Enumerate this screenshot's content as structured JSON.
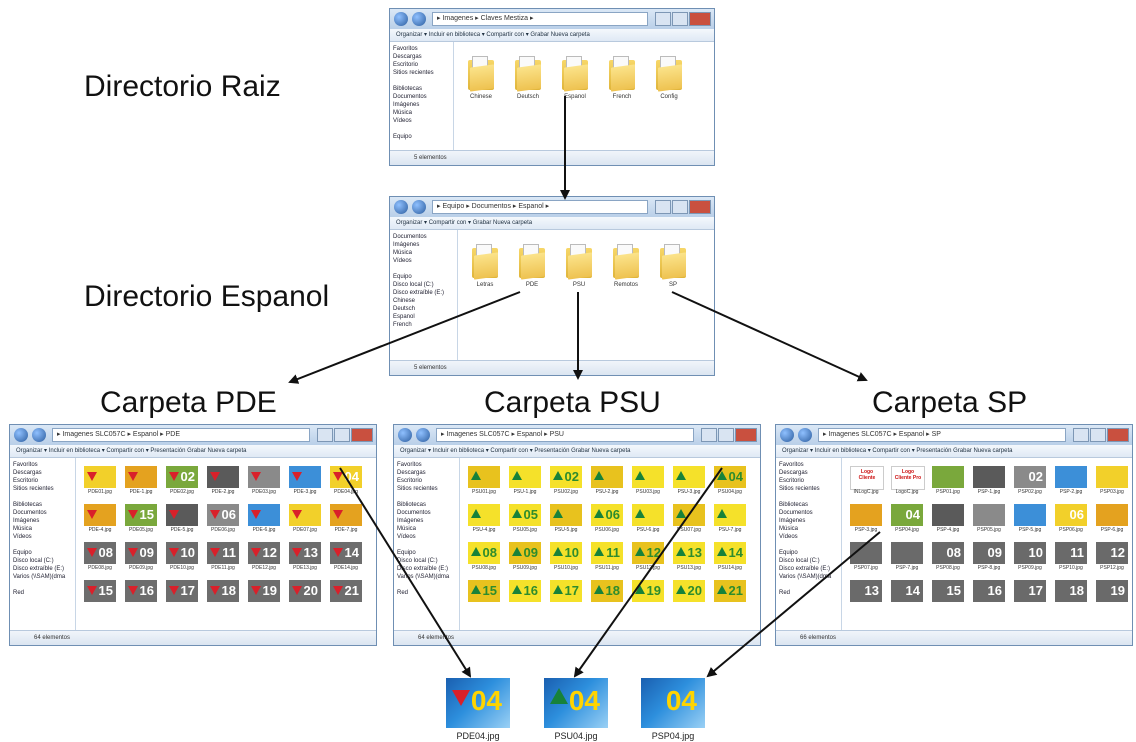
{
  "labels": {
    "root": "Directorio Raiz",
    "espanol": "Directorio Espanol",
    "pde": "Carpeta PDE",
    "psu": "Carpeta PSU",
    "sp": "Carpeta SP"
  },
  "windows": {
    "root": {
      "address": "▸ Imagenes ▸ Claves Mestiza ▸",
      "toolbar": "Organizar ▾   Incluir en biblioteca ▾   Compartir con ▾   Grabar   Nueva carpeta",
      "sidebar": [
        "Favoritos",
        "Descargas",
        "Escritorio",
        "Sitios recientes",
        "",
        "Bibliotecas",
        "Documentos",
        "Imágenes",
        "Música",
        "Vídeos",
        "",
        "Equipo"
      ],
      "folders": [
        "Chinese",
        "Deutsch",
        "Espanol",
        "French",
        "Config"
      ],
      "status": "5 elementos"
    },
    "espanol": {
      "address": "▸ Equipo ▸ Documentos ▸ Espanol ▸",
      "toolbar": "Organizar ▾   Compartir con ▾   Grabar   Nueva carpeta",
      "sidebar": [
        "Documentos",
        "Imágenes",
        "Música",
        "Vídeos",
        "",
        "Equipo",
        "Disco local (C:)",
        "Disco extraíble (E:)",
        "Chinese",
        "Deutsch",
        "Espanol",
        "French"
      ],
      "folders": [
        "Letras",
        "PDE",
        "PSU",
        "Remotos",
        "SP"
      ],
      "status": "5 elementos"
    },
    "pde": {
      "address": "▸ Imagenes SLC057C ▸ Espanol ▸ PDE",
      "toolbar": "Organizar ▾   Incluir en biblioteca ▾   Compartir con ▾   Presentación   Grabar   Nueva carpeta",
      "status": "64 elementos",
      "captions": [
        "PDE01.jpg",
        "PDE-1.jpg",
        "PDE02.jpg",
        "PDE-2.jpg",
        "PDE03.jpg",
        "PDE-3.jpg",
        "PDE04.jpg",
        "PDE-4.jpg",
        "PDE05.jpg",
        "PDE-5.jpg",
        "PDE06.jpg",
        "PDE-6.jpg",
        "PDE07.jpg",
        "PDE-7.jpg",
        "PDE08.jpg",
        "PDE09.jpg",
        "PDE10.jpg",
        "PDE11.jpg",
        "PDE12.jpg",
        "PDE13.jpg",
        "PDE14.jpg"
      ],
      "nums": [
        "",
        "",
        "02",
        "",
        "",
        "",
        "04",
        "",
        "15",
        "",
        "06",
        "",
        "",
        "",
        "08",
        "09",
        "10",
        "11",
        "12",
        "13",
        "14",
        "15",
        "16",
        "17",
        "18",
        "19",
        "20",
        "21"
      ]
    },
    "psu": {
      "address": "▸ Imagenes SLC057C ▸ Espanol ▸ PSU",
      "toolbar": "Organizar ▾   Incluir en biblioteca ▾   Compartir con ▾   Presentación   Grabar   Nueva carpeta",
      "status": "64 elementos",
      "captions": [
        "PSU01.jpg",
        "PSU-1.jpg",
        "PSU02.jpg",
        "PSU-2.jpg",
        "PSU03.jpg",
        "PSU-3.jpg",
        "PSU04.jpg",
        "PSU-4.jpg",
        "PSU05.jpg",
        "PSU-5.jpg",
        "PSU06.jpg",
        "PSU-6.jpg",
        "PSU07.jpg",
        "PSU-7.jpg",
        "PSU08.jpg",
        "PSU09.jpg",
        "PSU10.jpg",
        "PSU11.jpg",
        "PSU12.jpg",
        "PSU13.jpg",
        "PSU14.jpg"
      ],
      "nums": [
        "",
        "",
        "02",
        "",
        "",
        "",
        "04",
        "",
        "05",
        "",
        "06",
        "",
        "",
        "",
        "08",
        "09",
        "10",
        "11",
        "12",
        "13",
        "14",
        "15",
        "16",
        "17",
        "18",
        "19",
        "20",
        "21"
      ]
    },
    "sp": {
      "address": "▸ Imagenes SLC057C ▸ Espanol ▸ SP",
      "toolbar": "Organizar ▾   Incluir en biblioteca ▾   Compartir con ▾   Presentación   Grabar   Nueva carpeta",
      "status": "66 elementos",
      "captions": [
        "INLogC.jpg",
        "LogoC.jpg",
        "PSP01.jpg",
        "PSP-1.jpg",
        "PSP02.jpg",
        "PSP-2.jpg",
        "PSP03.jpg",
        "PSP-3.jpg",
        "PSP04.jpg",
        "PSP-4.jpg",
        "PSP05.jpg",
        "PSP-5.jpg",
        "PSP06.jpg",
        "PSP-6.jpg",
        "PSP07.jpg",
        "PSP-7.jpg",
        "PSP08.jpg",
        "PSP-8.jpg",
        "PSP09.jpg",
        "PSP10.jpg",
        "PSP12.jpg"
      ],
      "logo": [
        "Logo Cliente",
        "Logo Cliente Pro"
      ],
      "nums": [
        "",
        "",
        "",
        "",
        "02",
        "",
        "",
        "",
        "04",
        "",
        "",
        "",
        "06",
        "",
        "",
        "",
        "08",
        "09",
        "10",
        "11",
        "12",
        "13",
        "14",
        "15",
        "16",
        "17",
        "18",
        "19"
      ]
    }
  },
  "sample_sidebar": [
    "Favoritos",
    "Descargas",
    "Escritorio",
    "Sitios recientes",
    "",
    "Bibliotecas",
    "Documentos",
    "Imágenes",
    "Música",
    "Vídeos",
    "",
    "Equipo",
    "Disco local (C:)",
    "Disco extraíble (E:)",
    "Varios (\\\\SAM)(dma",
    "",
    "Red"
  ],
  "finals": [
    {
      "num": "04",
      "marker": "down",
      "caption": "PDE04.jpg"
    },
    {
      "num": "04",
      "marker": "up",
      "caption": "PSU04.jpg"
    },
    {
      "num": "04",
      "marker": "none",
      "caption": "PSP04.jpg"
    }
  ]
}
